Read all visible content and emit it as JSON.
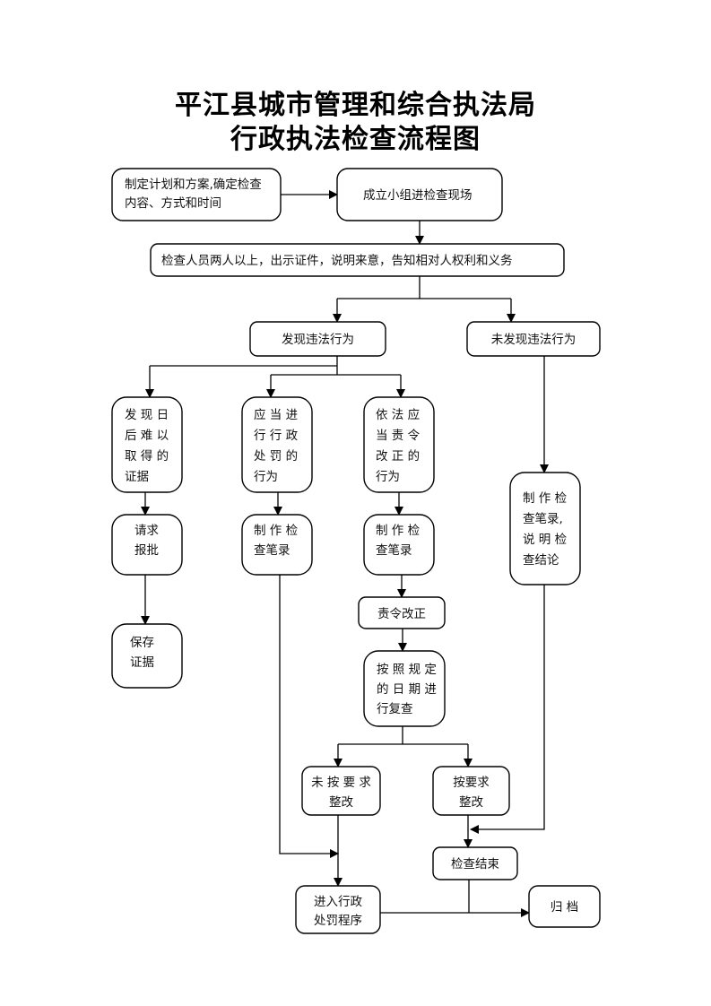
{
  "title": {
    "line1": "平江县城市管理和综合执法局",
    "line2": "行政执法检查流程图"
  },
  "nodes": {
    "plan": [
      "制定计划和方案,确定检查",
      "内容、方式和时间"
    ],
    "form_team": [
      "成立小组进检查现场"
    ],
    "notify": [
      "检查人员两人以上，出示证件，说明来意，告知相对人权利和义务"
    ],
    "found": [
      "发现违法行为"
    ],
    "not_found": [
      "未发现违法行为"
    ],
    "hard_evidence": [
      "发 现 日",
      "后 难 以",
      "取 得 的",
      "证据"
    ],
    "penalty_case": [
      "应 当 进",
      "行 行 政",
      "处 罚 的",
      "行为"
    ],
    "correct_case": [
      "依 法 应",
      "当 责 令",
      "改 正 的",
      "行为"
    ],
    "request_approval": [
      "请求",
      "报批"
    ],
    "preserve_evidence": [
      "保存",
      "证据"
    ],
    "record_a": [
      "制 作 检",
      "查笔录"
    ],
    "record_b": [
      "制 作 检",
      "查笔录"
    ],
    "order_correct": [
      "责令改正"
    ],
    "review": [
      "按 照 规 定",
      "的 日 期 进",
      "行复查"
    ],
    "record_conclusion": [
      "制 作 检",
      "查笔录,",
      "说 明 检",
      "查结论"
    ],
    "not_rectified": [
      "未 按 要 求",
      "整改"
    ],
    "rectified": [
      "按要求",
      "整改"
    ],
    "end_check": [
      "检查结束"
    ],
    "penalty_procedure": [
      "进入行政",
      "处罚程序"
    ],
    "archive": [
      "归 档"
    ]
  }
}
